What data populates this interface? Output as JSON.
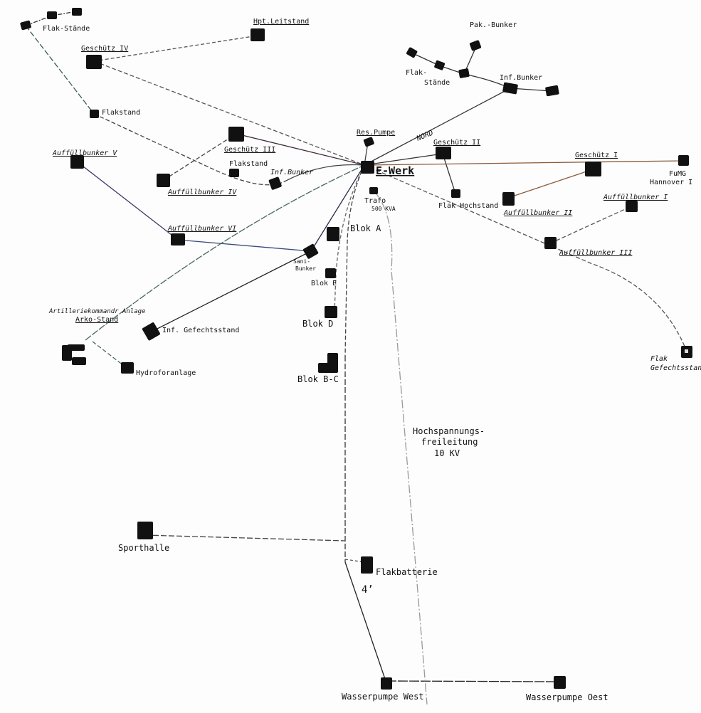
{
  "labels": {
    "flak_staende_nw": "Flak-Stände",
    "hpt_leitstand": "Hpt.Leitstand",
    "geschuetz_iv": "Geschütz IV",
    "pak_bunker": "Pak.-Bunker",
    "flak_staende_ne_1": "Flak-",
    "flak_staende_ne_2": "Stände",
    "inf_bunker_ne": "Inf.Bunker",
    "flakstand_nw": "Flakstand",
    "res_pumpe": "Res.Pumpe",
    "nord": "NORD",
    "geschuetz_ii": "Geschütz II",
    "geschuetz_iii": "Geschütz III",
    "geschuetz_i": "Geschütz I",
    "auffuellbunker_v": "Auffüllbunker V",
    "flakstand_mid": "Flakstand",
    "inf_bunker_mid": "Inf.Bunker",
    "e_werk": "E-Werk",
    "fumg_1": "FuMG",
    "fumg_2": "Hannover I",
    "auffuellbunker_iv": "Auffüllbunker IV",
    "trafo": "Trafo",
    "trafo_kva": "500 KVA",
    "flak_hochstand": "Flak-Hochstand",
    "auffuellbunker_i": "Auffüllbunker I",
    "auffuellbunker_ii": "Auffüllbunker II",
    "auffuellbunker_vi": "Auffüllbunker VI",
    "blok_a": "Blok A",
    "auffuellbunker_iii": "Auffüllbunker III",
    "sani_bunker_1": "Sani-",
    "sani_bunker_2": "Bunker",
    "blok_e": "Blok E",
    "artillerie_anlage": "Artilleriekommandr Anlage",
    "arko_stand": "Arko-Stand",
    "blok_d": "Blok D",
    "inf_gefechtsstand": "Inf. Gefechtsstand",
    "flak_gefechtsstand_1": "Flak",
    "flak_gefechtsstand_2": "Gefechtsstand",
    "hydroforanlage": "Hydroforanlage",
    "blok_bc": "Blok B-C",
    "hochspannung_1": "Hochspannungs-",
    "hochspannung_2": "freileitung",
    "hochspannung_3": "10 KV",
    "sporthalle": "Sporthalle",
    "flakbatterie": "Flakbatterie",
    "four_inch": "4’",
    "wasserpumpe_west": "Wasserpumpe West",
    "wasserpumpe_oest": "Wasserpumpe Oest"
  },
  "colors": {
    "ink": "#111111",
    "line_dark": "#2a2a3a",
    "line_brown": "#8a5a3a",
    "line_blue": "#3a4a7a",
    "line_green": "#4a6a5a",
    "line_grey": "#666666",
    "hv_line": "#999999"
  }
}
